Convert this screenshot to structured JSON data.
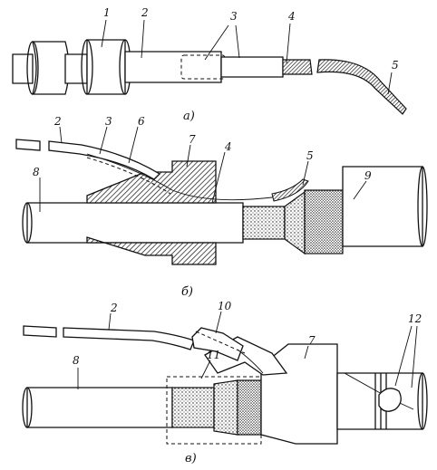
{
  "figure": {
    "panels": [
      {
        "caption": "а)",
        "labels": [
          "1",
          "2",
          "3",
          "4",
          "5"
        ]
      },
      {
        "caption": "б)",
        "labels": [
          "2",
          "3",
          "6",
          "7",
          "5",
          "4",
          "8",
          "9"
        ]
      },
      {
        "caption": "в)",
        "labels": [
          "2",
          "10",
          "8",
          "11",
          "7",
          "12"
        ]
      }
    ]
  }
}
